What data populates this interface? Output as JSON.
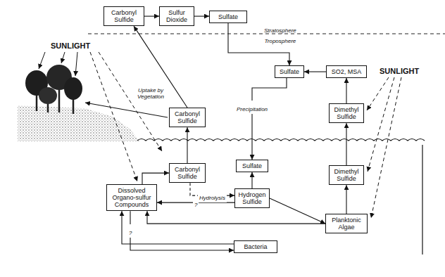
{
  "diagram": {
    "nodes": [
      {
        "text": [
          "Carbonyl Sulfide"
        ]
      },
      {
        "text": [
          "Sulfur Dioxide"
        ]
      },
      {
        "text": [
          "Sulfate"
        ]
      },
      {
        "text": [
          "Sulfate"
        ]
      },
      {
        "text": [
          "SO2, MSA"
        ]
      },
      {
        "text": [
          "Carbonyl Sulfide"
        ]
      },
      {
        "text": [
          "Dimethyl Sulfide"
        ]
      },
      {
        "text": [
          "Carbonyl Sulfide"
        ]
      },
      {
        "text": [
          "Sulfate"
        ]
      },
      {
        "text": [
          "Dimethyl Sulfide"
        ]
      },
      {
        "text": [
          "Dissolved Organo-sulfur Compounds"
        ]
      },
      {
        "text": [
          "Hydrogen Sulfide"
        ]
      },
      {
        "text": [
          "Planktonic Algae"
        ]
      },
      {
        "text": [
          "Bacteria"
        ]
      }
    ],
    "edges": [
      {
        "from": 0,
        "to": 1,
        "arrow": "to"
      },
      {
        "from": 1,
        "to": 2,
        "arrow": "to"
      },
      {
        "from": 2,
        "to": 3,
        "arrow": "to"
      },
      {
        "from": 4,
        "to": 3,
        "arrow": "to"
      },
      {
        "from": 6,
        "to": 4,
        "arrow": "to"
      },
      {
        "from": 5,
        "to": 0,
        "arrow": "to"
      },
      {
        "from": 9,
        "to": 6,
        "arrow": "to"
      },
      {
        "from": 7,
        "to": 5,
        "arrow": "to"
      },
      {
        "from": 3,
        "to": 8,
        "label": "Precipitation",
        "arrow": "to"
      },
      {
        "from": 7,
        "to": 11,
        "label": "Hydrolysis",
        "arrow": "to"
      },
      {
        "from": 11,
        "to": 8,
        "arrow": "to"
      },
      {
        "from": 11,
        "to": 12,
        "arrow": "to"
      },
      {
        "from": 12,
        "to": 9,
        "arrow": "to"
      },
      {
        "from": 12,
        "to": 10,
        "arrow": "to"
      },
      {
        "from": 10,
        "to": 7,
        "arrow": "to"
      },
      {
        "from": 11,
        "to": 10,
        "label": "?",
        "arrow": "to"
      },
      {
        "from": 13,
        "to": 10,
        "arrow": "to"
      },
      {
        "from": 10,
        "to": 13,
        "label": "?",
        "arrow": "to"
      }
    ],
    "labels": [
      "Stratosphere",
      "Troposphere",
      "SUNLIGHT",
      "SUNLIGHT",
      "Uptake by Vegetation"
    ]
  }
}
